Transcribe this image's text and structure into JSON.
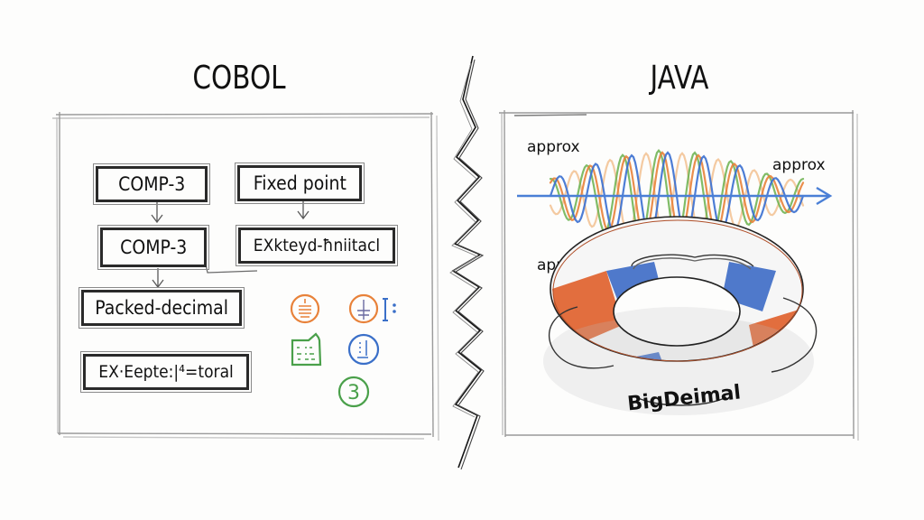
{
  "titles": {
    "left": "COBOL",
    "right": "JAVA"
  },
  "cobol_panel": {
    "boxes": [
      {
        "id": "comp3-top",
        "label": "COMP-3"
      },
      {
        "id": "fixed-point",
        "label": "Fixed point"
      },
      {
        "id": "comp3-mid",
        "label": "COMP-3"
      },
      {
        "id": "extended-numeric",
        "label": "EXkteyd-ħniitacl"
      },
      {
        "id": "packed-decimal",
        "label": "Packed-decimal"
      },
      {
        "id": "exception",
        "label": "EX·Eepte:|⁴=toral"
      }
    ],
    "icons": [
      {
        "name": "orange-coin-stack-icon",
        "color": "#e8823a"
      },
      {
        "name": "orange-balance-icon",
        "color": "#e8823a"
      },
      {
        "name": "blue-bracket-icon",
        "color": "#3a6fc8"
      },
      {
        "name": "green-calculator-icon",
        "color": "#4aa04a"
      },
      {
        "name": "blue-ledger-icon",
        "color": "#3a6fc8"
      },
      {
        "name": "green-three-icon",
        "color": "#4aa04a",
        "glyph": "3"
      }
    ]
  },
  "java_panel": {
    "labels": {
      "wave_left": "approx",
      "wave_right": "approx",
      "lifebuoy_top": "approx"
    },
    "lifebuoy_label": "BigDeimal",
    "colors": {
      "wave_blue": "#3a6fd0",
      "wave_orange": "#e8823a",
      "wave_green": "#6ab04c",
      "wave_peach": "#f0b37a",
      "buoy_orange": "#e0622e",
      "buoy_blue": "#3d6cc6",
      "axis_blue": "#4a7fd6"
    }
  }
}
